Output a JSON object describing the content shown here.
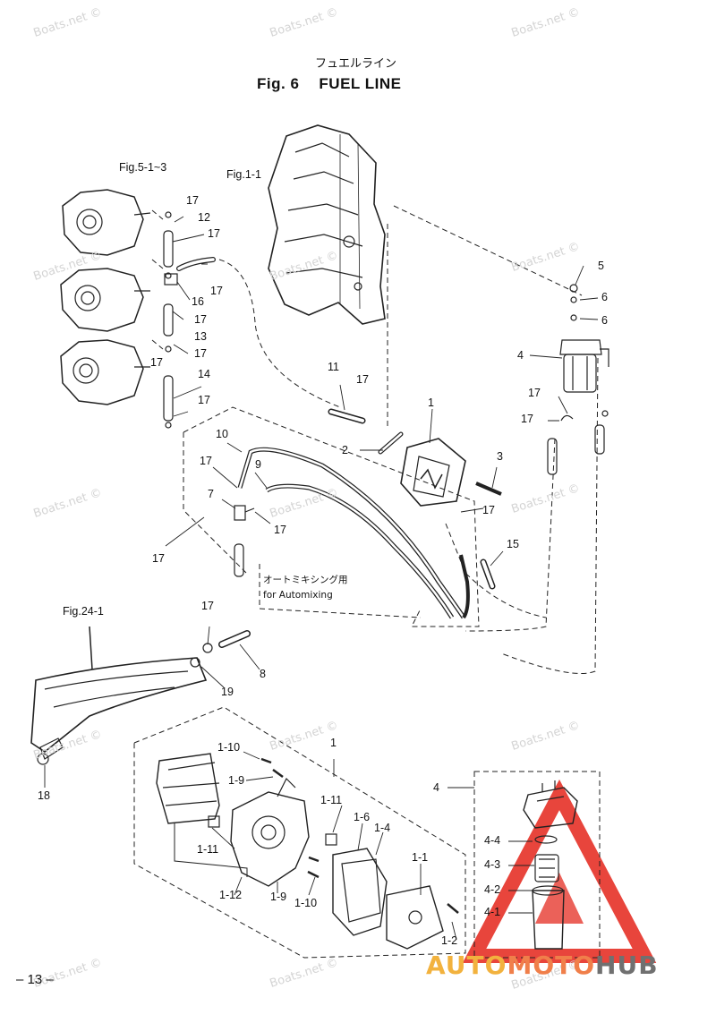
{
  "header": {
    "title_jp": "フュエルライン",
    "fig_label": "Fig. 6",
    "fig_title": "FUEL LINE"
  },
  "references": {
    "fig5": "Fig.5-1~3",
    "fig1": "Fig.1-1",
    "fig24": "Fig.24-1"
  },
  "note": {
    "jp": "オートミキシング用",
    "en": "for Automixing"
  },
  "part_labels": {
    "p_17a": "17",
    "p_12": "12",
    "p_17b": "17",
    "p_16": "16",
    "p_17c": "17",
    "p_17d": "17",
    "p_13": "13",
    "p_17e": "17",
    "p_17f": "17",
    "p_14": "14",
    "p_17g": "17",
    "p_5": "5",
    "p_6a": "6",
    "p_6b": "6",
    "p_4": "4",
    "p_17h": "17",
    "p_17i": "17",
    "p_11": "11",
    "p_17j": "17",
    "p_1": "1",
    "p_2": "2",
    "p_3": "3",
    "p_17k": "17",
    "p_10": "10",
    "p_17l": "17",
    "p_9": "9",
    "p_7": "7",
    "p_17m": "17",
    "p_17n": "17",
    "p_15": "15",
    "p_17o": "17",
    "p_8": "8",
    "p_19": "19",
    "p_18": "18",
    "p_1b": "1",
    "p_1_10a": "1-10",
    "p_1_9a": "1-9",
    "p_1_11a": "1-11",
    "p_1_11b": "1-11",
    "p_1_6": "1-6",
    "p_1_4": "1-4",
    "p_1_1": "1-1",
    "p_1_12": "1-12",
    "p_1_9b": "1-9",
    "p_1_10b": "1-10",
    "p_1_2": "1-2",
    "p_4b": "4",
    "p_4_4": "4-4",
    "p_4_3": "4-3",
    "p_4_2": "4-2",
    "p_4_1": "4-1"
  },
  "watermark": "Boats.net ©",
  "footer": {
    "page_number": "– 13 –"
  },
  "logo": {
    "part1": "AUTO",
    "part2": "MOTO",
    "part3": "HUB"
  },
  "colors": {
    "line": "#222222",
    "watermark": "#d4d4d4",
    "logo_yellow": "#f2b23e",
    "logo_orange": "#f07f4a",
    "logo_red": "#e8453c",
    "logo_gray": "#707070"
  }
}
